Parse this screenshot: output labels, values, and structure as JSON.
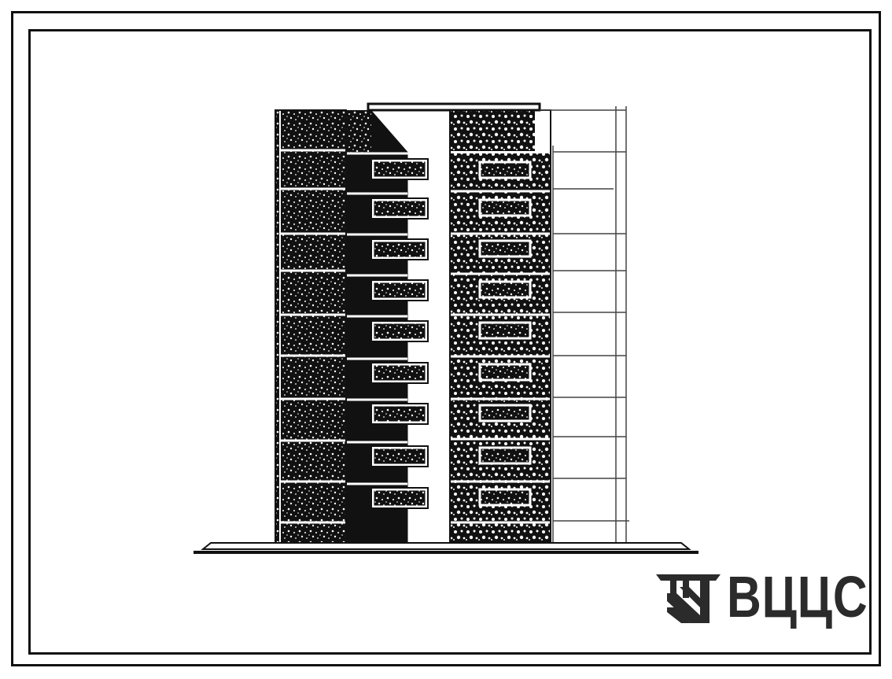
{
  "drawing": {
    "subject": "building-facade-elevation",
    "floors": 9,
    "colors": {
      "ink": "#111111",
      "texture_light": "#ffffff",
      "logo": "#2b2b2b",
      "background": "#ffffff"
    }
  },
  "logo": {
    "text": "ВЦЦС",
    "icon": "stylized-tower-emblem-icon"
  }
}
